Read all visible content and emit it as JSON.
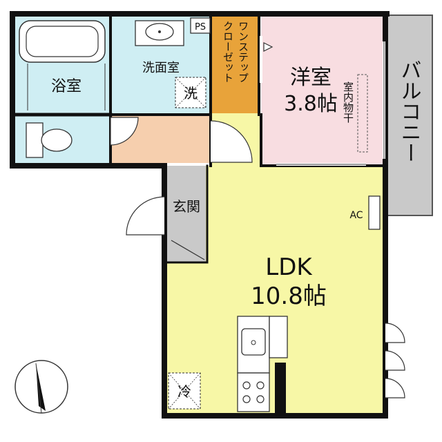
{
  "colors": {
    "wall": "#111111",
    "bath": "#cfeef3",
    "washroom": "#cfeef3",
    "toilet": "#cfeef3",
    "hall": "#f6cfae",
    "closet": "#e8a33a",
    "western_room": "#f8dde1",
    "ldk": "#f7f7a6",
    "entrance": "#c9c9c9",
    "balcony": "#c9c9c9"
  },
  "rooms": {
    "bath": "浴室",
    "washroom": "洗面室",
    "ps": "PS",
    "washer": "洗",
    "closet_line1": "ワンステップ",
    "closet_line2": "クローゼット",
    "western_name": "洋室",
    "western_size": "3.8帖",
    "indoor_drying": "室内物干",
    "balcony": "バルコニー",
    "entrance": "玄関",
    "ac": "AC",
    "ldk_name": "LDK",
    "ldk_size": "10.8帖",
    "fridge": "冷"
  },
  "icons": {
    "north": "north-arrow-icon",
    "bathtub": "bathtub-icon",
    "sink": "washbasin-icon",
    "toilet": "toilet-icon",
    "kitchen_sink": "kitchen-sink-icon",
    "stove": "stove-icon"
  }
}
